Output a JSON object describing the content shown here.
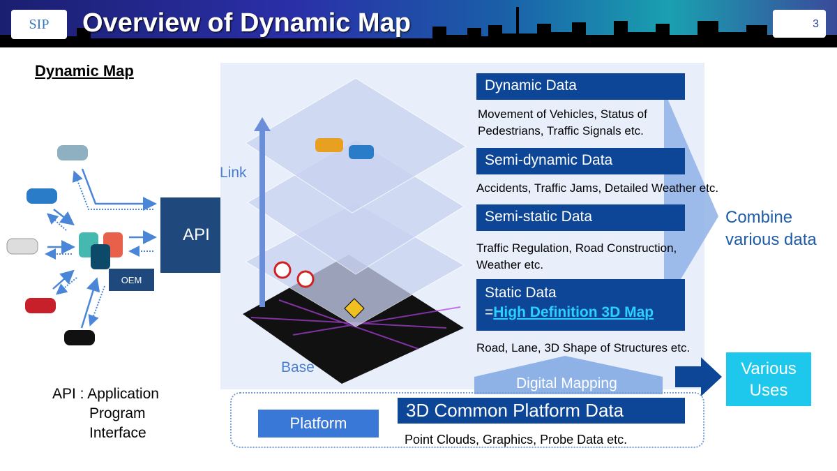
{
  "header": {
    "logo": "SIP",
    "title": "Overview of Dynamic Map",
    "page_number": "3"
  },
  "section_title": "Dynamic Map",
  "left": {
    "api_label": "API",
    "oem_label": "OEM",
    "api_definition": [
      "API : Application",
      "Program",
      "Interface"
    ]
  },
  "layers": {
    "link_label": "Link",
    "base_label": "Base"
  },
  "data_layers": [
    {
      "title": "Dynamic Data",
      "description": "Movement of Vehicles, Status of Pedestrians, Traffic Signals etc."
    },
    {
      "title": "Semi-dynamic Data",
      "description": "Accidents, Traffic Jams, Detailed Weather etc."
    },
    {
      "title": "Semi-static Data",
      "description": "Traffic Regulation, Road Construction, Weather etc."
    },
    {
      "title": "Static Data",
      "title_prefix": "=",
      "link": "High Definition 3D Map",
      "description": "Road, Lane, 3D Shape of Structures etc."
    }
  ],
  "combine_label": "Combine various data",
  "digital_mapping": "Digital Mapping",
  "platform": {
    "label": "Platform",
    "title": "3D Common Platform Data",
    "description": "Point Clouds, Graphics, Probe Data etc."
  },
  "various_uses": "Various Uses",
  "colors": {
    "navy": "#1f497d",
    "box_blue": "#0d4597",
    "cyan": "#1ec8ec",
    "panel": "#e8eefa"
  }
}
